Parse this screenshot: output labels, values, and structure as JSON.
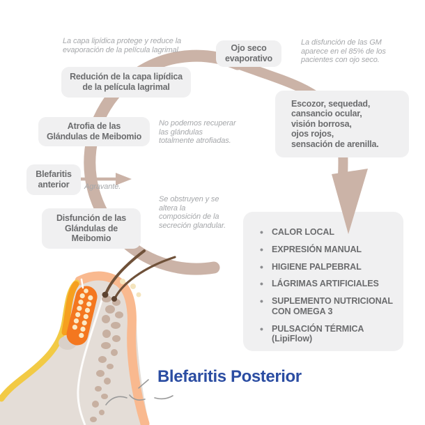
{
  "title": "Blefaritis Posterior",
  "colors": {
    "accent_blue": "#2b4da2",
    "ring_beige": "#cbb3a7",
    "box_bg": "#f0f0f1",
    "box_text": "#6b6c6e",
    "caption_grey": "#a5a7aa",
    "gland_orange": "#f4771f",
    "skin_peach": "#f9b98f",
    "lipid_yellow": "#f2ca45"
  },
  "cycle": {
    "top_caption": "La capa lipídica protege y reduce la\nevaporación de la película lagrimal.",
    "gm_caption": "La disfunción de las GM\naparece en el 85% de los\npacientes con ojo seco.",
    "atrophy_caption": "No podemos recuperar\nlas glándulas\ntotalmente atrofiadas.",
    "obstruction_caption": "Se obstruyen y se\naltera la\ncomposición de la\nsecreción glandular.",
    "aggravating_caption": "Agravante.",
    "nodes": {
      "dry_eye": "Ojo seco\nevaporativo",
      "lipid_reduction": "Redución de la capa lipídica\nde la película lagrimal",
      "atrophy": "Atrofia de las\nGlándulas de Meibomio",
      "anterior_blepharitis": "Blefaritis\nanterior",
      "mgd": "Disfunción de las\nGlándulas de\nMeibomio"
    }
  },
  "symptoms": {
    "text": "Escozor, sequedad,\ncansancio ocular,\nvisión borrosa,\nojos rojos,\nsensación de arenilla."
  },
  "treatments": {
    "items": [
      "CALOR LOCAL",
      "EXPRESIÓN MANUAL",
      "HIGIENE PALPEBRAL",
      "LÁGRIMAS ARTIFICIALES",
      "SUPLEMENTO NUTRICIONAL\nCON OMEGA 3",
      "PULSACIÓN TÉRMICA\n(LipiFlow)"
    ]
  }
}
